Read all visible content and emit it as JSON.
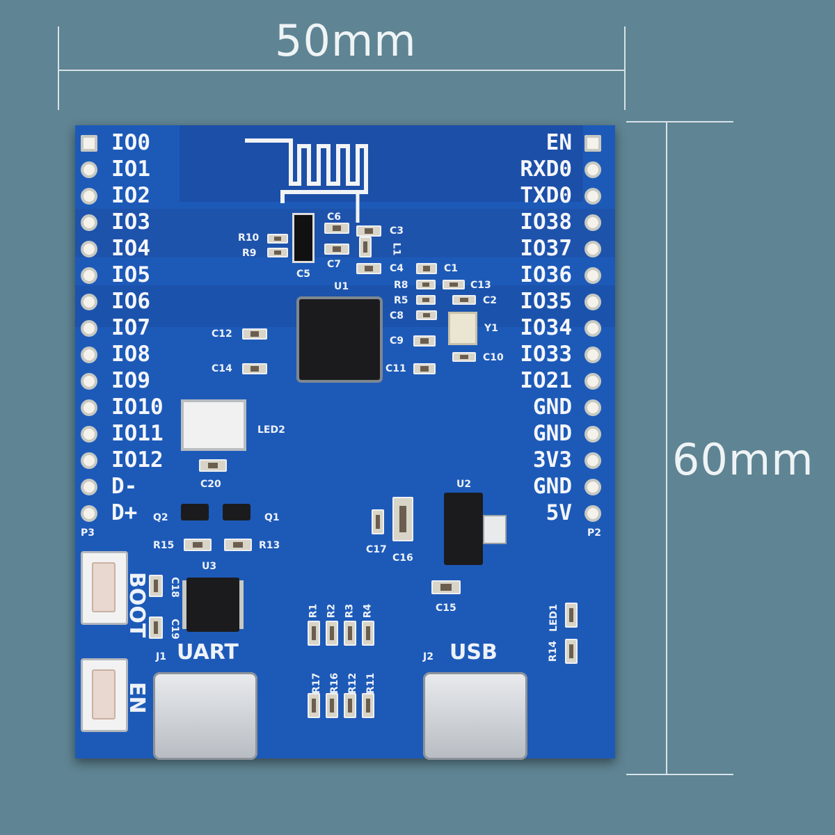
{
  "dimensions": {
    "width": "50mm",
    "height": "60mm"
  },
  "pins_left": [
    "IO0",
    "IO1",
    "IO2",
    "IO3",
    "IO4",
    "IO5",
    "IO6",
    "IO7",
    "IO8",
    "IO9",
    "IO10",
    "IO11",
    "IO12",
    "D-",
    "D+"
  ],
  "pins_right": [
    "EN",
    "RXD0",
    "TXD0",
    "IO38",
    "IO37",
    "IO36",
    "IO35",
    "IO34",
    "IO33",
    "IO21",
    "GND",
    "GND",
    "3V3",
    "GND",
    "5V"
  ],
  "headers": {
    "left": "P3",
    "right": "P2"
  },
  "connectors": {
    "uart": "UART",
    "usb": "USB",
    "j1": "J1",
    "j2": "J2"
  },
  "buttons": {
    "boot": "BOOT",
    "en": "EN"
  },
  "components": {
    "u1": "U1",
    "u2": "U2",
    "u3": "U3",
    "y1": "Y1",
    "l1": "L1",
    "led1": "LED1",
    "led2": "LED2",
    "q1": "Q1",
    "q2": "Q2",
    "c1": "C1",
    "c2": "C2",
    "c3": "C3",
    "c4": "C4",
    "c5": "C5",
    "c6": "C6",
    "c7": "C7",
    "c8": "C8",
    "c9": "C9",
    "c10": "C10",
    "c11": "C11",
    "c12": "C12",
    "c13": "C13",
    "c14": "C14",
    "c15": "C15",
    "c16": "C16",
    "c17": "C17",
    "c20": "C20",
    "r1": "R1",
    "r2": "R2",
    "r3": "R3",
    "r4": "R4",
    "r5": "R5",
    "r8": "R8",
    "r9": "R9",
    "r10": "R10",
    "r11": "R11",
    "r12": "R12",
    "r13": "R13",
    "r14": "R14",
    "r15": "R15",
    "r16": "R16",
    "r17": "R17",
    "c18": "C18",
    "c19": "C19"
  }
}
